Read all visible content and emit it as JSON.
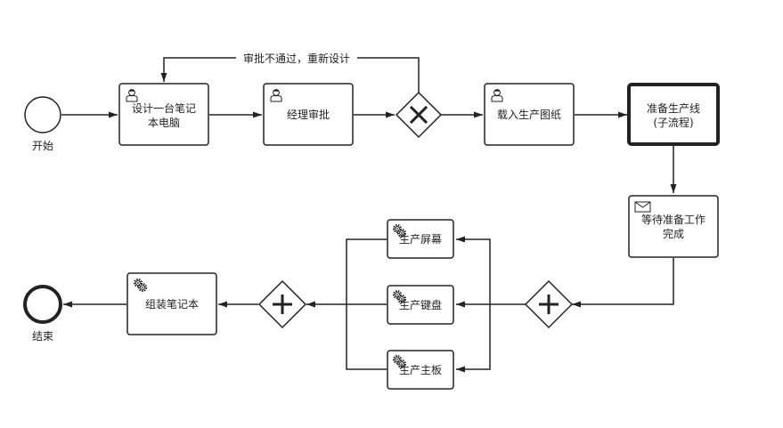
{
  "diagram": {
    "start_event": {
      "label": "开始"
    },
    "end_event": {
      "label": "结束"
    },
    "tasks": {
      "design": {
        "line1": "设计一台笔记",
        "line2": "本电脑",
        "icon": "user-icon"
      },
      "approve": {
        "label": "经理审批",
        "icon": "user-icon"
      },
      "load_drawings": {
        "label": "载入生产图纸",
        "icon": "user-icon"
      },
      "prepare_line": {
        "line1": "准备生产线",
        "line2": "(子流程)"
      },
      "wait_ready": {
        "line1": "等待准备工作",
        "line2": "完成",
        "icon": "envelope-icon"
      },
      "screen": {
        "label": "生产屏幕",
        "icon": "gears-icon"
      },
      "keyboard": {
        "label": "生产键盘",
        "icon": "gears-icon"
      },
      "mainboard": {
        "label": "生产主板",
        "icon": "gears-icon"
      },
      "assemble": {
        "label": "组装笔记本",
        "icon": "gears-icon"
      }
    },
    "gateways": {
      "approval": {
        "type": "exclusive"
      },
      "fork": {
        "type": "parallel"
      },
      "join": {
        "type": "parallel"
      }
    },
    "flows": {
      "reject_label": "审批不通过，重新设计"
    }
  }
}
